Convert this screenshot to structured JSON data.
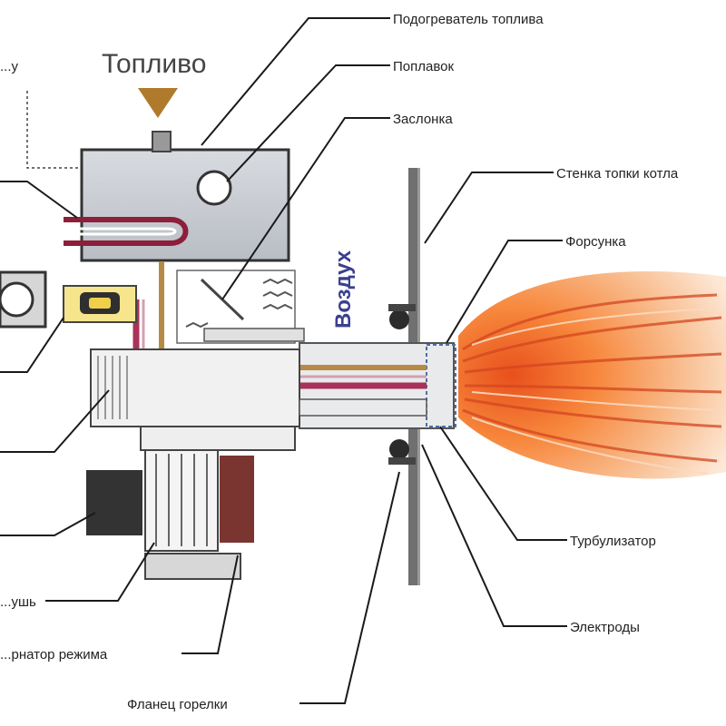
{
  "labels": {
    "fuel": "Топливо",
    "air": "Воздух",
    "fuel_heater": "Подогреватель топлива",
    "float": "Поплавок",
    "damper": "Заслонка",
    "chamber_wall": "Стенка топки котла",
    "nozzle": "Форсунка",
    "turbulator": "Турбулизатор",
    "electrodes": "Электроды",
    "flange": "Фланец горелки",
    "mode_regulator": "...рнатор режима",
    "left_partial_1": "...ушь",
    "left_partial_2": "...y"
  },
  "colors": {
    "fuel_pipe": "#a8325a",
    "heater_coil": "#8c1f3a",
    "flame_outer": "#f7c9a0",
    "flame_core": "#e24a1c",
    "wall": "#6e6e6e",
    "fuel_arrow": "#b07a2c",
    "air_text": "#3b3f8f"
  }
}
